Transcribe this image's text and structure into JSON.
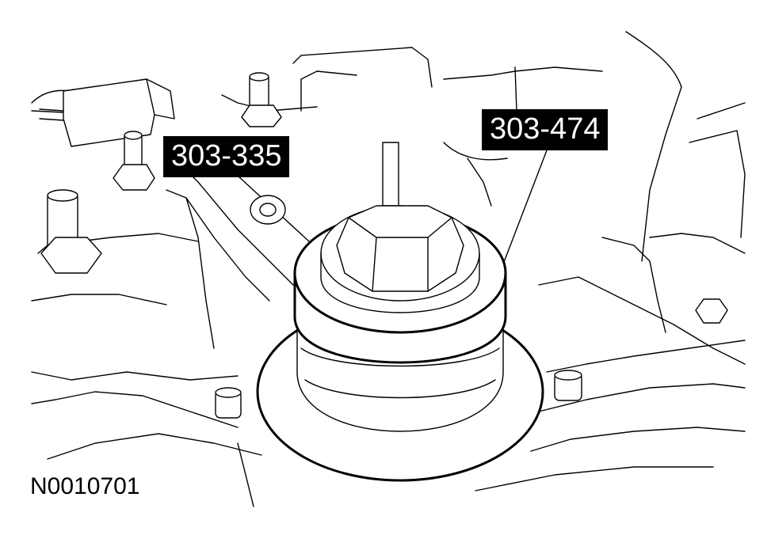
{
  "figure": {
    "id": "N0010701",
    "callouts": [
      {
        "label": "303-335"
      },
      {
        "label": "303-474"
      }
    ]
  },
  "colors": {
    "line": "#000000",
    "background": "#ffffff",
    "callout_bg": "#000000",
    "callout_text": "#ffffff"
  }
}
